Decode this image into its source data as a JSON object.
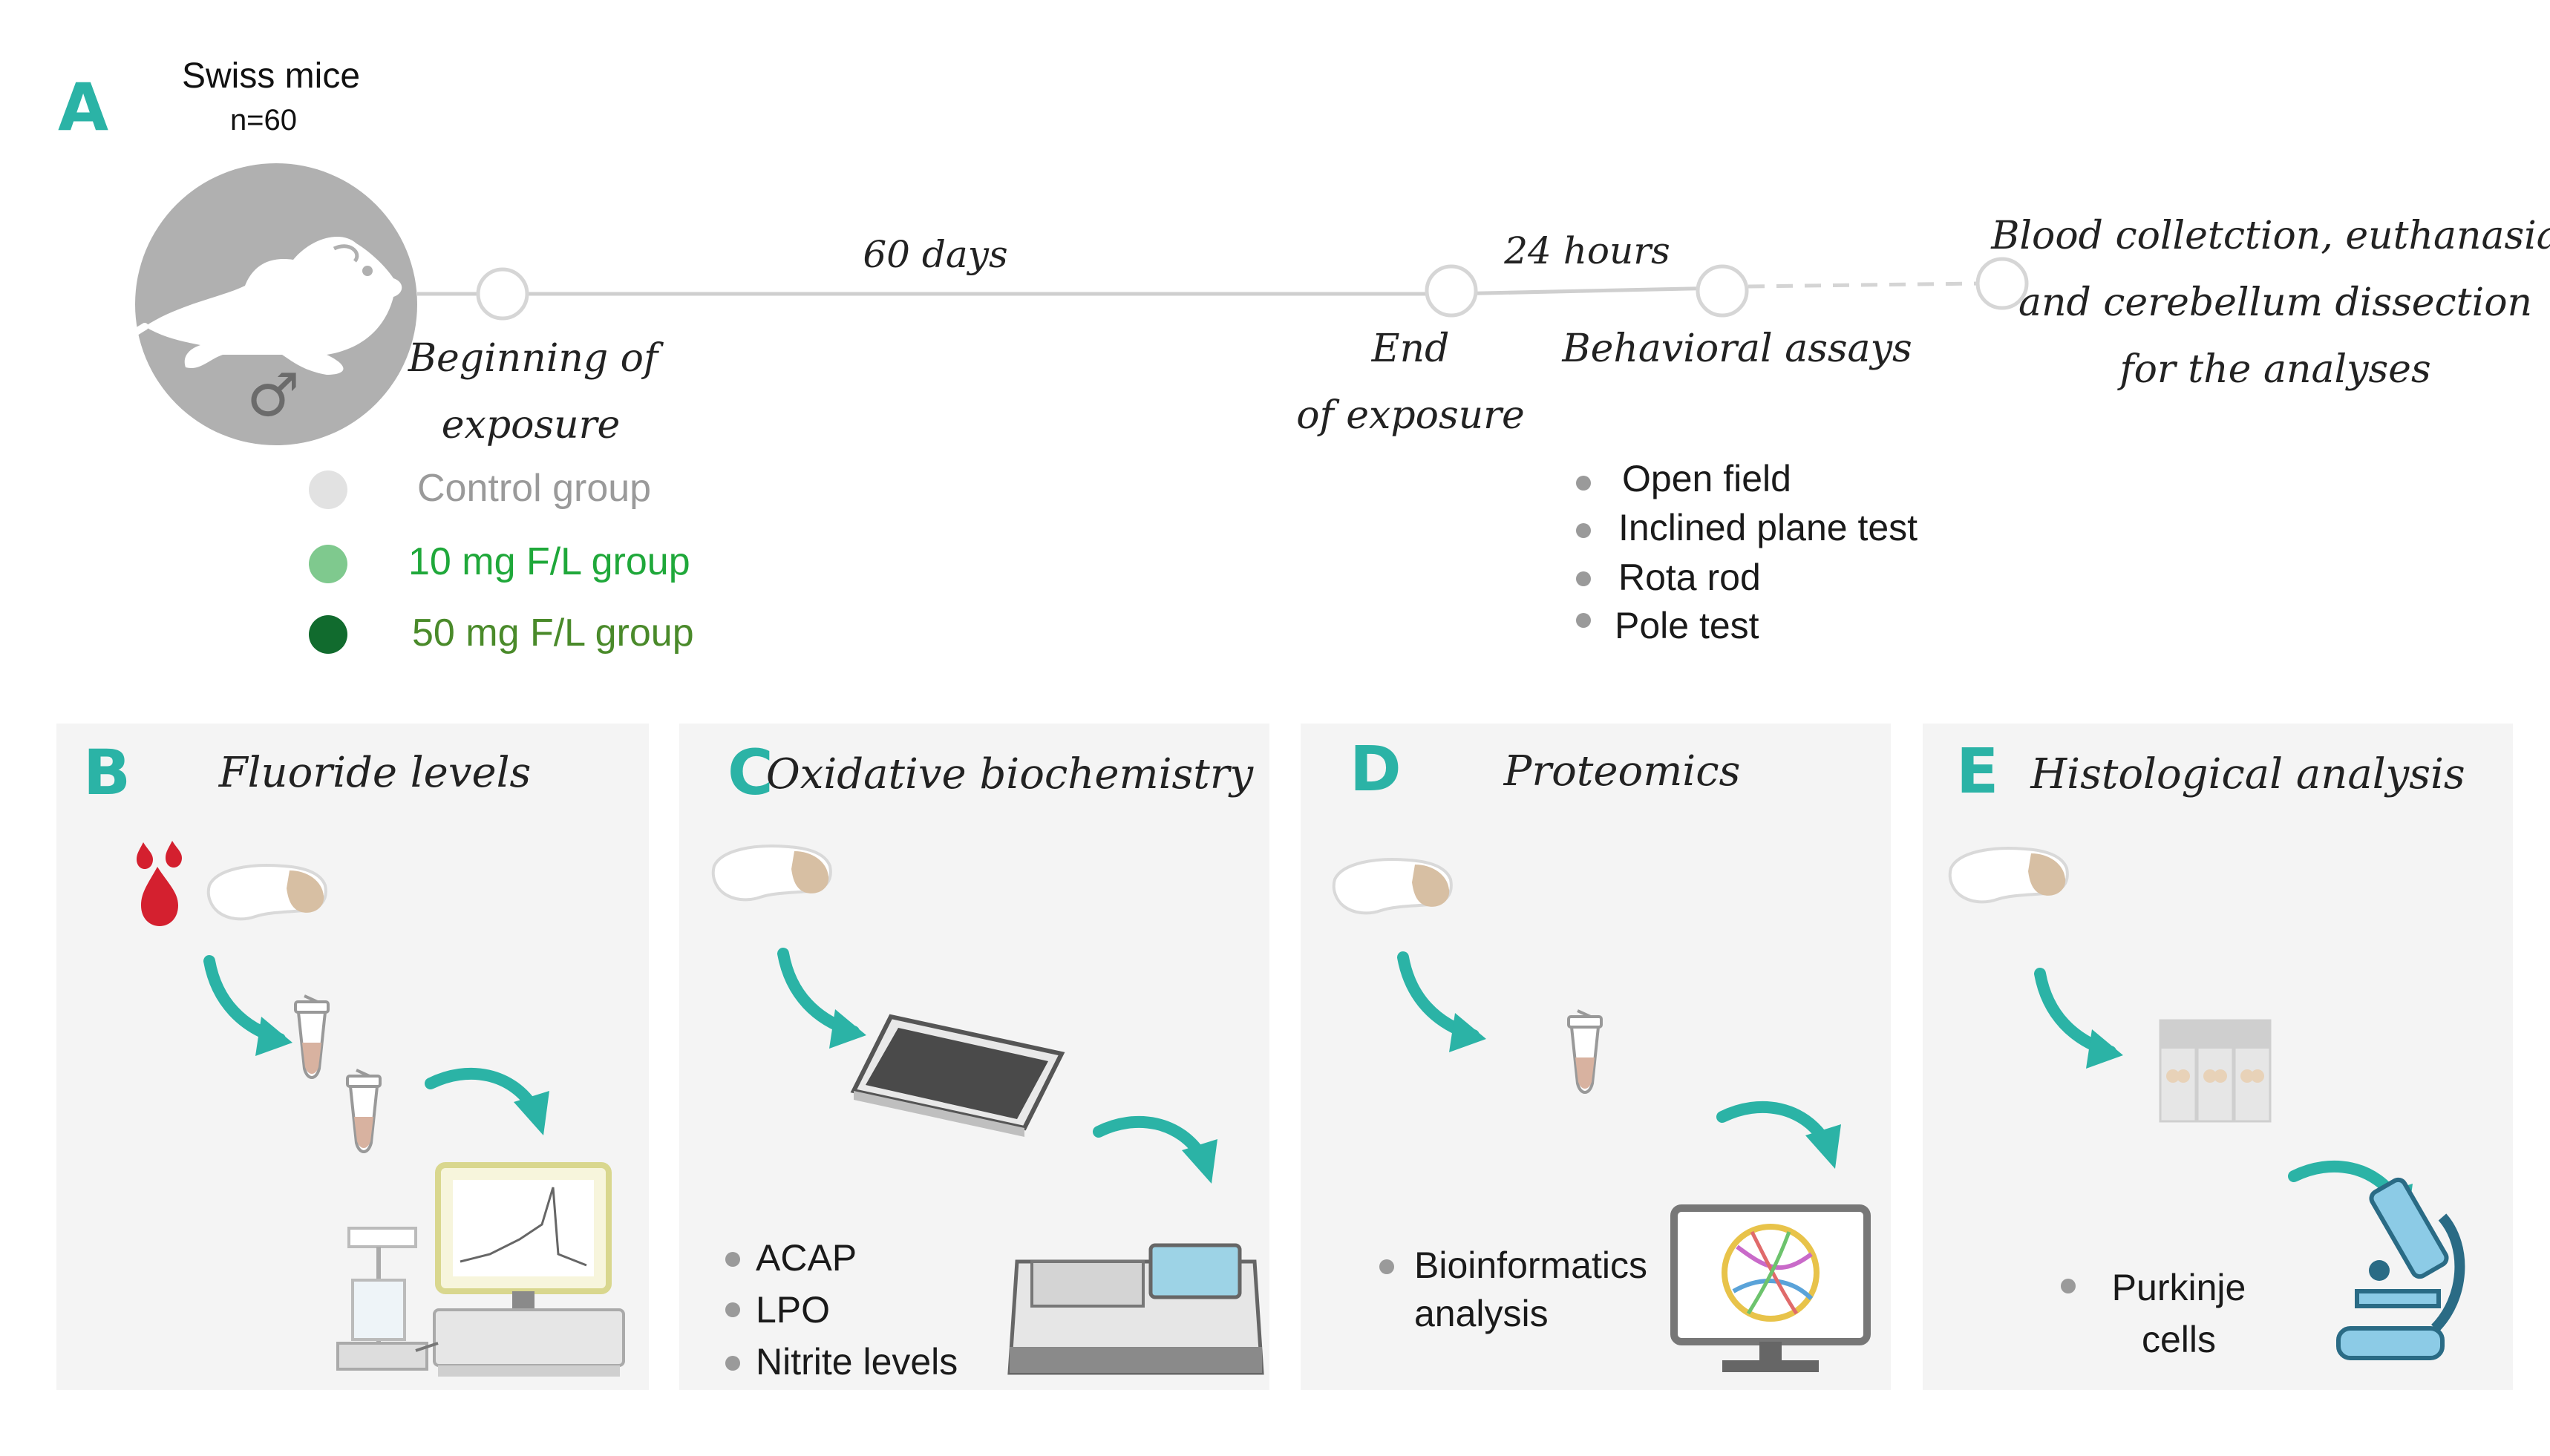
{
  "panel_a": {
    "letter": "A",
    "mice_title": "Swiss mice",
    "mice_n": "n=60",
    "sex_symbol": "♂",
    "duration_exposure": "60 days",
    "duration_rest": "24 hours",
    "milestones": {
      "beginning_line1": "Beginning of",
      "beginning_line2": "exposure",
      "end_line1": "End",
      "end_line2": "of exposure",
      "behavior": "Behavioral assays",
      "final_line1": "Blood colletction, euthanasia",
      "final_line2": "and cerebellum dissection",
      "final_line3": "for the analyses"
    },
    "groups": [
      {
        "label": "Control group",
        "dot_color": "#e2e2e2",
        "text_color": "#9a9a9a"
      },
      {
        "label": "10 mg F/L group",
        "dot_color": "#7fc98e",
        "text_color": "#1fa83a"
      },
      {
        "label": "50 mg F/L group",
        "dot_color": "#116b2e",
        "text_color": "#4a8a2a"
      }
    ],
    "assays": [
      "Open field",
      "Inclined plane test",
      "Rota rod",
      "Pole test"
    ]
  },
  "panel_b": {
    "letter": "B",
    "title": "Fluoride levels"
  },
  "panel_c": {
    "letter": "C",
    "title": "Oxidative biochemistry",
    "items": [
      "ACAP",
      "LPO",
      "Nitrite levels"
    ]
  },
  "panel_d": {
    "letter": "D",
    "title": "Proteomics",
    "items_line1": "Bioinformatics",
    "items_line2": "analysis"
  },
  "panel_e": {
    "letter": "E",
    "title": "Histological analysis",
    "items_line1": "Purkinje",
    "items_line2": "cells"
  },
  "colors": {
    "accent": "#2bb3a6",
    "panel_bg": "#f4f4f4",
    "mouse_circle": "#b0b0b0",
    "brain": "#d7bfa3",
    "blood": "#d4202f",
    "timeline": "#cfcfcf"
  }
}
